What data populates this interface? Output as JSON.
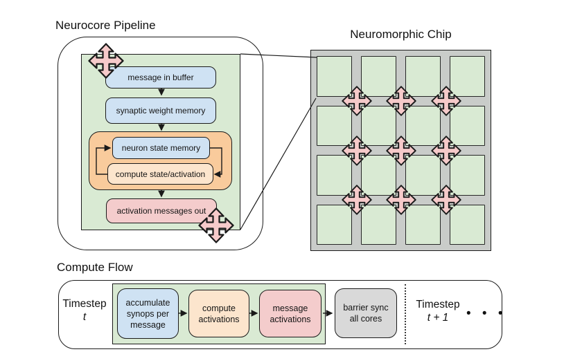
{
  "pipeline": {
    "title": "Neurocore Pipeline",
    "boxes": {
      "message_in": "message in buffer",
      "synaptic": "synaptic weight memory",
      "neuron_state": "neuron state memory",
      "compute_state": "compute state/activation",
      "activation_out": "activation messages out"
    }
  },
  "chip": {
    "title": "Neuromorphic Chip",
    "rows": 4,
    "cols": 4,
    "router_count": 9
  },
  "compute_flow": {
    "title": "Compute Flow",
    "timestep_current": {
      "label": "Timestep",
      "sub": "t"
    },
    "timestep_next": {
      "label": "Timestep",
      "sub": "t + 1"
    },
    "ellipsis": "• • •",
    "steps": [
      {
        "name": "accumulate-synops-per-message",
        "lines": [
          "accumulate",
          "synops per",
          "message"
        ]
      },
      {
        "name": "compute-activations",
        "lines": [
          "compute",
          "activations"
        ]
      },
      {
        "name": "message-activations",
        "lines": [
          "message",
          "activations"
        ]
      },
      {
        "name": "barrier-sync-all-cores",
        "lines": [
          "barrier sync",
          "all cores"
        ]
      }
    ]
  },
  "colors": {
    "core_green": "#d9ead3",
    "box_blue": "#cfe2f3",
    "loop_orange": "#f9cb9c",
    "box_cream": "#fce5cd",
    "box_pink": "#f4cccc",
    "box_gray": "#d9d9d9",
    "chip_gray": "#c9ccc9",
    "router_pink": "#f6caca",
    "line": "#1a1a1a"
  }
}
